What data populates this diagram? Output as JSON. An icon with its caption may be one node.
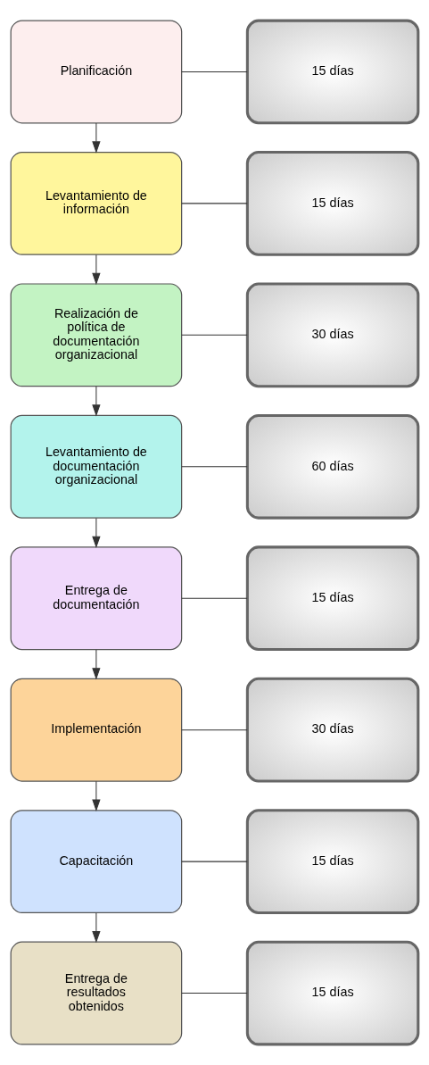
{
  "diagram": {
    "nodes": [
      {
        "text": [
          "Planificación"
        ]
      },
      {
        "text": [
          "15 días"
        ]
      },
      {
        "text": [
          "Levantamiento de información"
        ]
      },
      {
        "text": [
          "15 días"
        ]
      },
      {
        "text": [
          "Realización de política de documentación organizacional"
        ]
      },
      {
        "text": [
          "30 días"
        ]
      },
      {
        "text": [
          "Levantamiento de documentación organizacional"
        ]
      },
      {
        "text": [
          "60 días"
        ]
      },
      {
        "text": [
          "Entrega de documentación"
        ]
      },
      {
        "text": [
          "15 días"
        ]
      },
      {
        "text": [
          "Implementación"
        ]
      },
      {
        "text": [
          "30 días"
        ]
      },
      {
        "text": [
          "Capacitación"
        ]
      },
      {
        "text": [
          "15 días"
        ]
      },
      {
        "text": [
          "Entrega de resultados obtenidos"
        ]
      },
      {
        "text": [
          "15 días"
        ]
      }
    ],
    "edges": [
      {
        "from": 0,
        "to": 1,
        "arrow": "none"
      },
      {
        "from": 0,
        "to": 2,
        "arrow": "to"
      },
      {
        "from": 2,
        "to": 3,
        "arrow": "none"
      },
      {
        "from": 2,
        "to": 4,
        "arrow": "to"
      },
      {
        "from": 4,
        "to": 5,
        "arrow": "none"
      },
      {
        "from": 4,
        "to": 6,
        "arrow": "to"
      },
      {
        "from": 6,
        "to": 7,
        "arrow": "none"
      },
      {
        "from": 6,
        "to": 8,
        "arrow": "to"
      },
      {
        "from": 8,
        "to": 9,
        "arrow": "none"
      },
      {
        "from": 8,
        "to": 10,
        "arrow": "to"
      },
      {
        "from": 10,
        "to": 11,
        "arrow": "none"
      },
      {
        "from": 10,
        "to": 12,
        "arrow": "to"
      },
      {
        "from": 12,
        "to": 13,
        "arrow": "none"
      },
      {
        "from": 12,
        "to": 14,
        "arrow": "to"
      },
      {
        "from": 14,
        "to": 15,
        "arrow": "none"
      }
    ]
  }
}
